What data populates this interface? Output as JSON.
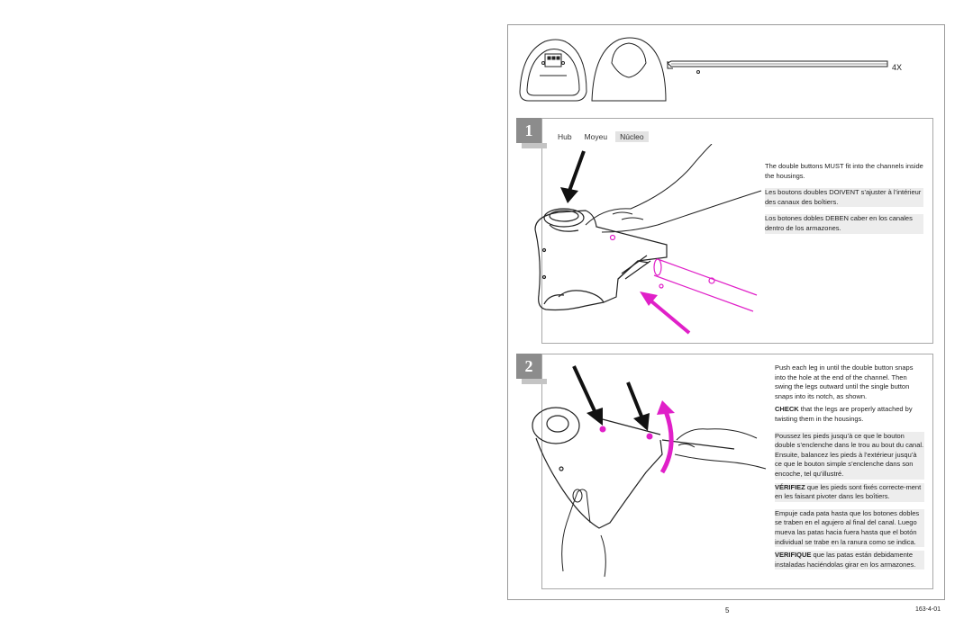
{
  "parts": {
    "quantity": "4X"
  },
  "step1": {
    "number": "1",
    "tabs": [
      "Hub",
      "Moyeu",
      "Núcleo"
    ],
    "en": "The double buttons MUST fit into the channels inside the housings.",
    "fr": "Les boutons doubles DOIVENT s’ajuster à l’intérieur des canaux des boîtiers.",
    "es": "Los botones dobles DEBEN caber en los canales dentro de los armazones."
  },
  "step2": {
    "number": "2",
    "en": "Push each leg in until the double button snaps into the hole at the end of the channel. Then swing the legs outward until the single button snaps into its notch, as shown.",
    "en_check_label": "CHECK",
    "en_check": " that the legs are properly attached by twisting them in the housings.",
    "fr": "Poussez les pieds jusqu’à ce que le bouton double s’enclenche dans le trou au bout du canal. Ensuite, balancez les pieds à l’extérieur jusqu’à ce que le bouton simple s’enclenche dans son encoche, tel qu’illustré.",
    "fr_check_label": "VÉRIFIEZ",
    "fr_check": " que les pieds sont fixés correcte-ment en les faisant pivoter dans les boîtiers.",
    "es": "Empuje cada pata hasta que los botones dobles se traben en el agujero al final del canal. Luego mueva las patas hacia fuera hasta que el botón individual se trabe en la ranura como se indica.",
    "es_check_label": "VERIFIQUE",
    "es_check": " que las patas están debidamente instaladas haciéndolas girar en los armazones."
  },
  "footer": {
    "page_number": "5",
    "doc_code": "163-4-01"
  },
  "colors": {
    "accent_magenta": "#e020c8",
    "arrow_black": "#111111",
    "panel_border": "#a8a8a8",
    "step_badge": "#8c8c8c"
  }
}
